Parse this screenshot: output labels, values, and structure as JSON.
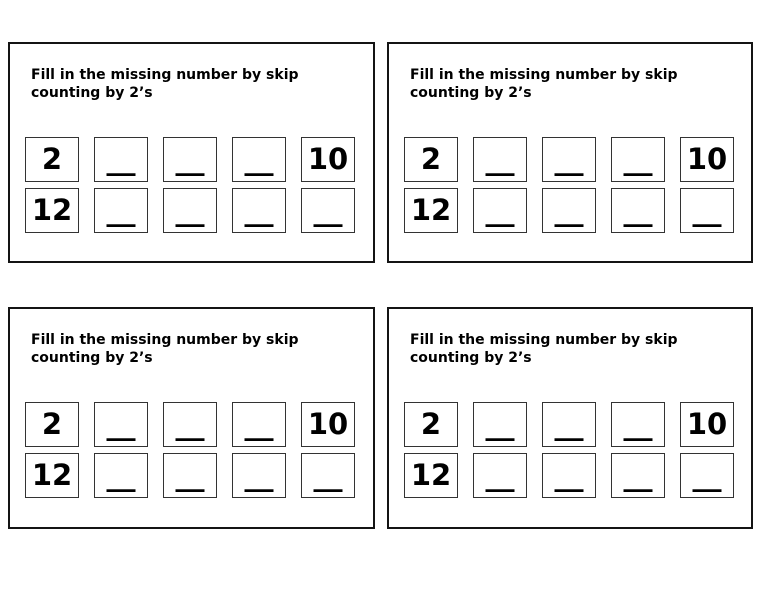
{
  "page": {
    "background": "#ffffff",
    "panel_border_color": "#141414",
    "cell_border_color": "#333333",
    "text_color": "#000000"
  },
  "worksheets": [
    {
      "instruction_line1": "Fill in the missing number by skip",
      "instruction_line2": "counting by 2’s",
      "rows": [
        [
          "2",
          "__",
          "__",
          "__",
          "10"
        ],
        [
          "12",
          "__",
          "__",
          "__",
          "__"
        ]
      ]
    },
    {
      "instruction_line1": "Fill in the missing number by skip",
      "instruction_line2": "counting by 2’s",
      "rows": [
        [
          "2",
          "__",
          "__",
          "__",
          "10"
        ],
        [
          "12",
          "__",
          "__",
          "__",
          "__"
        ]
      ]
    },
    {
      "instruction_line1": "Fill in the missing number by skip",
      "instruction_line2": "counting by 2’s",
      "rows": [
        [
          "2",
          "__",
          "__",
          "__",
          "10"
        ],
        [
          "12",
          "__",
          "__",
          "__",
          "__"
        ]
      ]
    },
    {
      "instruction_line1": "Fill in the missing number by skip",
      "instruction_line2": "counting by 2’s",
      "rows": [
        [
          "2",
          "__",
          "__",
          "__",
          "10"
        ],
        [
          "12",
          "__",
          "__",
          "__",
          "__"
        ]
      ]
    }
  ]
}
